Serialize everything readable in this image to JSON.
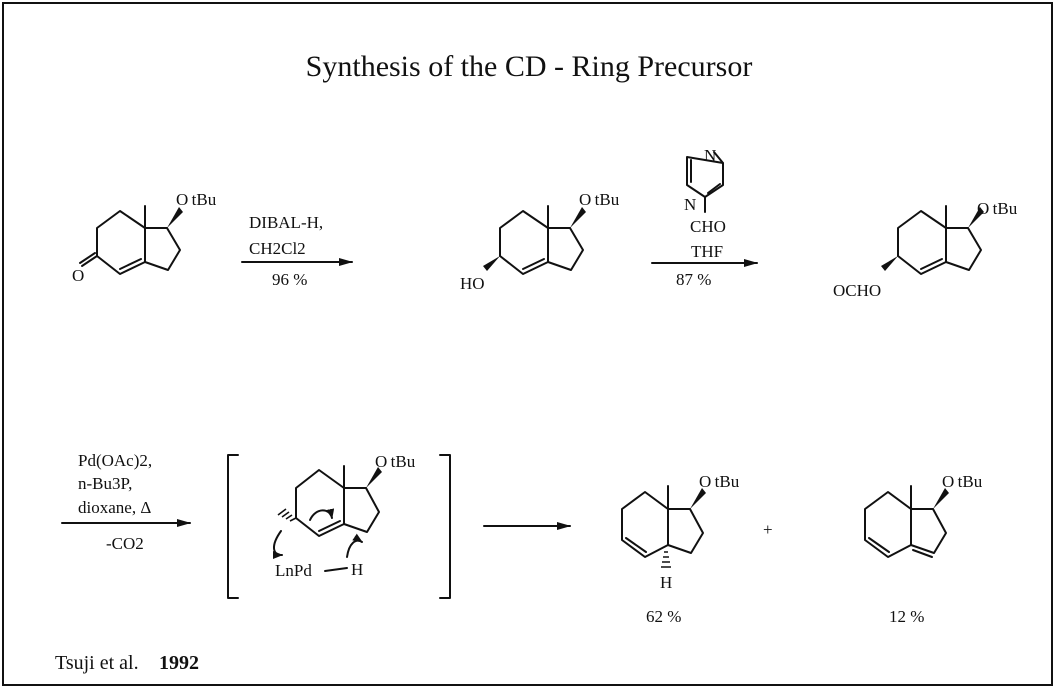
{
  "title": "Synthesis of the CD - Ring Precursor",
  "groups": {
    "otbu": "O tBu",
    "oxo": "O",
    "ho": "HO",
    "ocho": "OCHO",
    "h": "H",
    "lnpd": "LnPd",
    "imidazole_n": "N",
    "imidazole_cho": "CHO"
  },
  "step1": {
    "reagent_1": "DIBAL-H,",
    "reagent_2": "CH2Cl2",
    "yield": "96 %"
  },
  "step2": {
    "solvent": "THF",
    "yield": "87 %"
  },
  "step3": {
    "reagent_1": "Pd(OAc)2,",
    "reagent_2": "n-Bu3P,",
    "reagent_3": "dioxane, Δ",
    "byproduct": "-CO2"
  },
  "product_1": {
    "yield": "62 %"
  },
  "product_2": {
    "yield": "12 %"
  },
  "misc": {
    "plus": "+"
  },
  "citation": {
    "authors": "Tsuji et al.",
    "year": "1992"
  }
}
